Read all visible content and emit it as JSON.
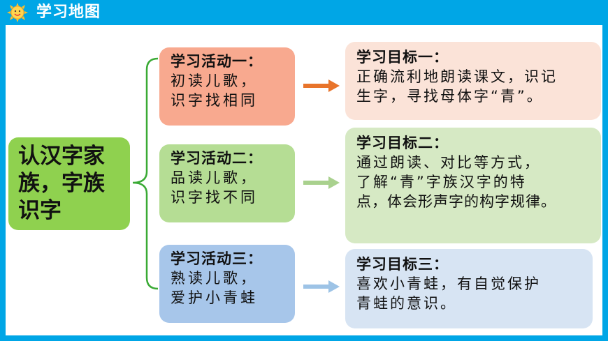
{
  "header": {
    "title": "学习地图",
    "icon": "sun-icon"
  },
  "center": {
    "lines": [
      "认汉字家",
      "族，字族",
      "识字"
    ]
  },
  "activities": [
    {
      "title": "学习活动一：",
      "lines": [
        "初读儿歌，",
        "识字找相同"
      ],
      "color": "#f8a98f"
    },
    {
      "title": "学习活动二：",
      "lines": [
        "品读儿歌，",
        "识字找不同"
      ],
      "color": "#b5dd94"
    },
    {
      "title": "学习活动三：",
      "lines": [
        "熟读儿歌，",
        "爱护小青蛙"
      ],
      "color": "#a7c6ea"
    }
  ],
  "goals": [
    {
      "title": "学习目标一：",
      "lines": [
        "正确流利地朗读课文，识记",
        "生字，寻找母体字“青”。"
      ],
      "color": "#fbe3d8"
    },
    {
      "title": "学习目标二：",
      "lines": [
        "通过朗读、对比等方式，",
        "了解“青”字族汉字的特",
        "点，体会形声字的构字规律。"
      ],
      "color": "#d6e9c4"
    },
    {
      "title": "学习目标三：",
      "lines": [
        "喜欢小青蛙，有自觉保护",
        "青蛙的意识。"
      ],
      "color": "#d7e4f3"
    }
  ],
  "colors": {
    "header_bg": "#00a6e6",
    "bracket": "#3aaa35",
    "arrow1": "#e8742b",
    "arrow2": "#a9d18e",
    "arrow3": "#9dc3e6"
  }
}
